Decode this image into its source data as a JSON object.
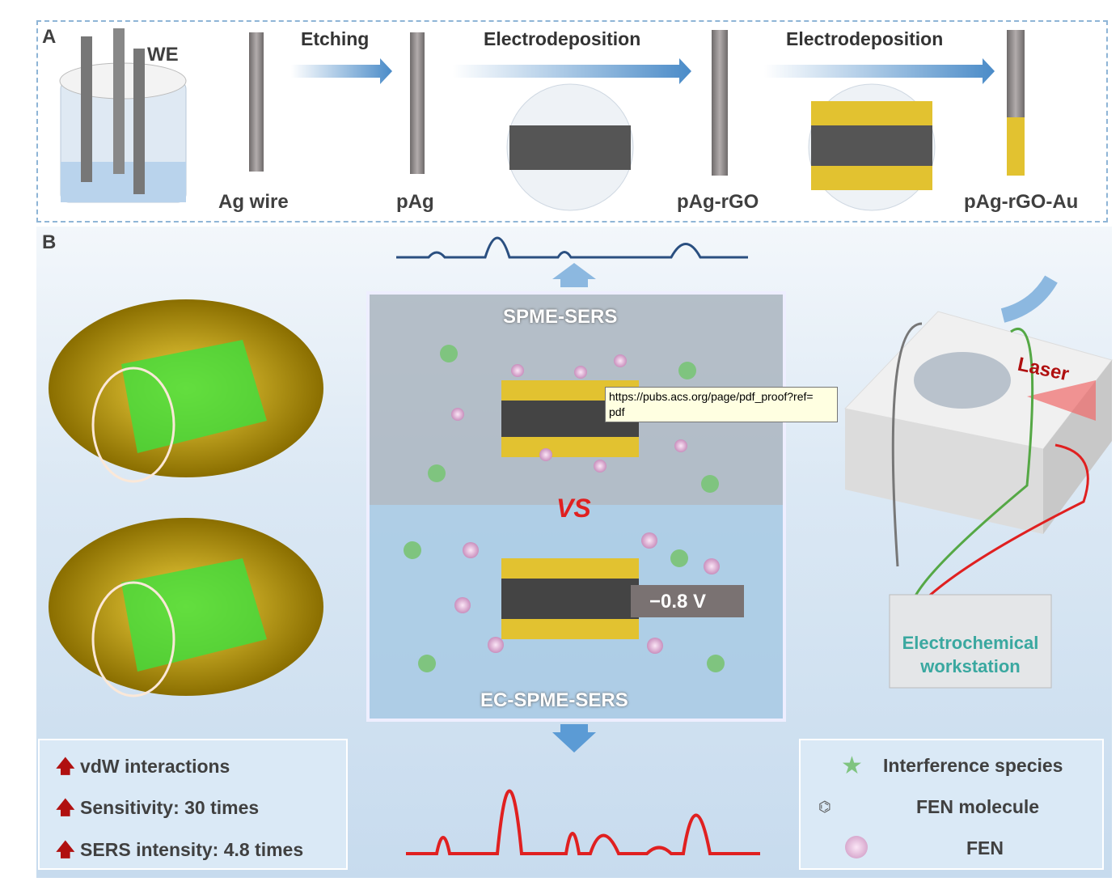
{
  "panel_a": {
    "letter": "A",
    "we_label": "WE",
    "steps": [
      "Etching",
      "Electrodeposition",
      "Electrodeposition"
    ],
    "materials": [
      "Ag wire",
      "pAg",
      "pAg-rGO",
      "pAg-rGO-Au"
    ]
  },
  "panel_b": {
    "letter": "B",
    "top_label": "SPME-SERS",
    "vs_label": "VS",
    "bottom_label": "EC-SPME-SERS",
    "voltage": "−0.8 V",
    "laser_label": "Laser",
    "workstation_label": [
      "Electrochemical",
      "workstation"
    ],
    "benefits": [
      "vdW interactions",
      "Sensitivity: 30 times",
      "SERS intensity: 4.8 times"
    ],
    "legend": [
      "Interference species",
      "FEN molecule",
      "FEN"
    ]
  },
  "tooltip": {
    "lines": [
      "https://pubs.acs.org/page/pdf_proof?ref=",
      "pdf"
    ]
  },
  "colors": {
    "accent_blue": "#5b9bd5",
    "spectrum_top": "#2a4f80",
    "spectrum_bottom": "#e02020",
    "gold": "#c9a400",
    "star": "#7fc47f",
    "fen": "#e6b3d9",
    "teal_text": "#3aa8a0",
    "up_arrow": "#b01010"
  }
}
